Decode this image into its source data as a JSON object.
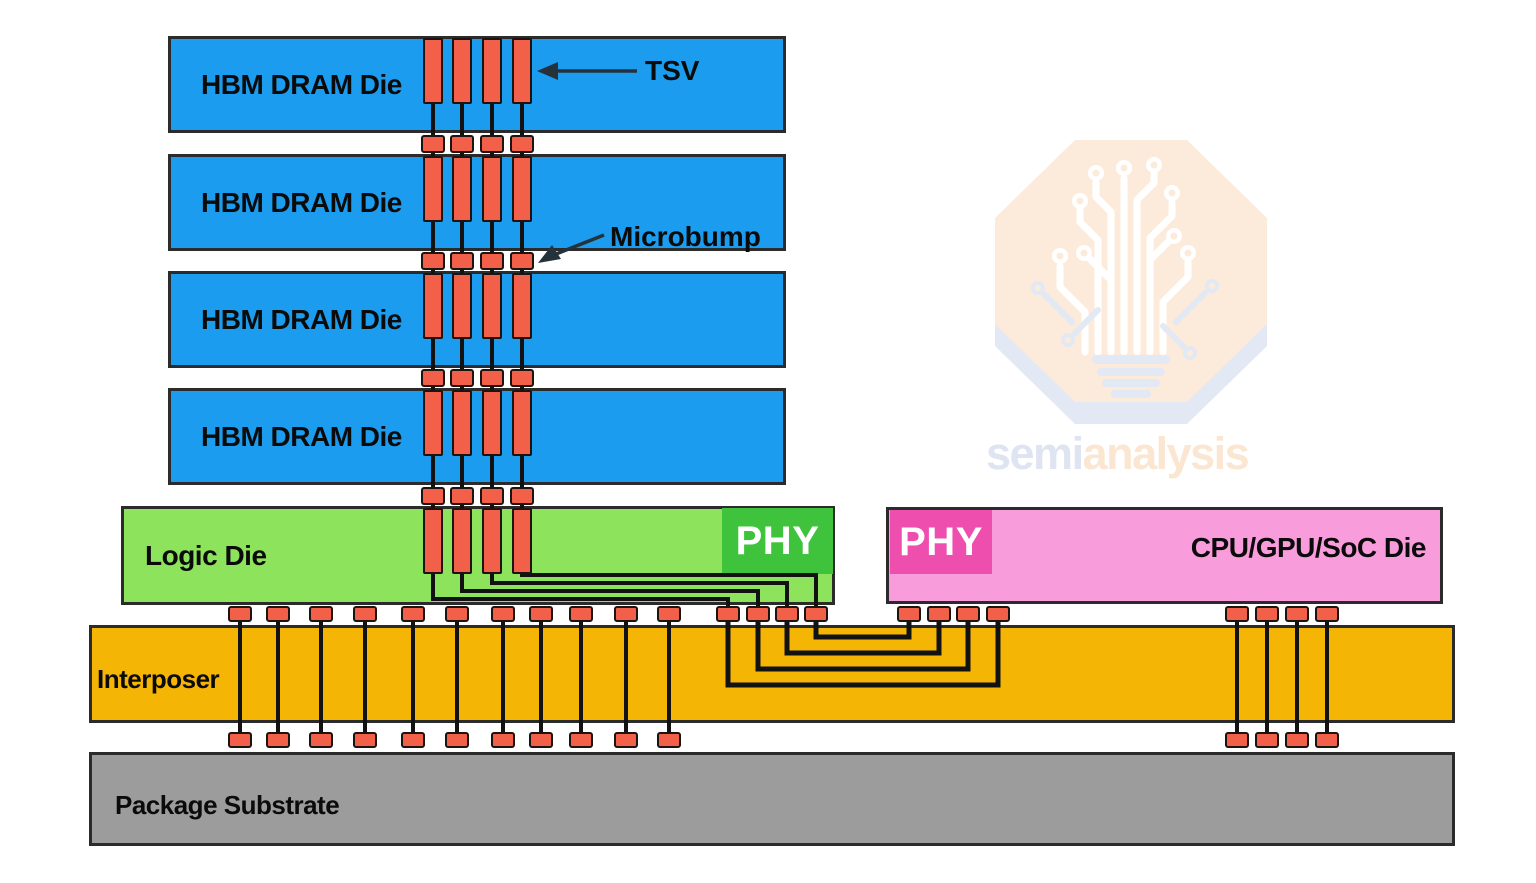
{
  "diagram": {
    "hbm_dies": [
      {
        "label": "HBM DRAM Die"
      },
      {
        "label": "HBM DRAM Die"
      },
      {
        "label": "HBM DRAM Die"
      },
      {
        "label": "HBM DRAM Die"
      }
    ],
    "annotations": {
      "tsv_label": "TSV",
      "microbump_label": "Microbump"
    },
    "logic_die": {
      "label": "Logic Die",
      "phy_label": "PHY"
    },
    "cpu_die": {
      "label": "CPU/GPU/SoC Die",
      "phy_label": "PHY"
    },
    "interposer_label": "Interposer",
    "substrate_label": "Package Substrate",
    "colors": {
      "blue": "#1B9CEE",
      "green": "#8DE35C",
      "green-dark": "#3FC33C",
      "pink": "#F99CDB",
      "pink-dark": "#EE4EAE",
      "orange": "#F5B504",
      "gray": "#9C9C9C",
      "red": "#F2604A",
      "outline": "#2B2B2B",
      "line": "#121212",
      "arrow": "#26323B",
      "wm-peach": "#FCEBDA",
      "wm-blue": "#E2E8F4",
      "wm-text-blue": "#DEE4F1",
      "wm-text-peach": "#FBE6D1"
    }
  },
  "watermark": {
    "brand_prefix": "semi",
    "brand_suffix": "analysis"
  }
}
